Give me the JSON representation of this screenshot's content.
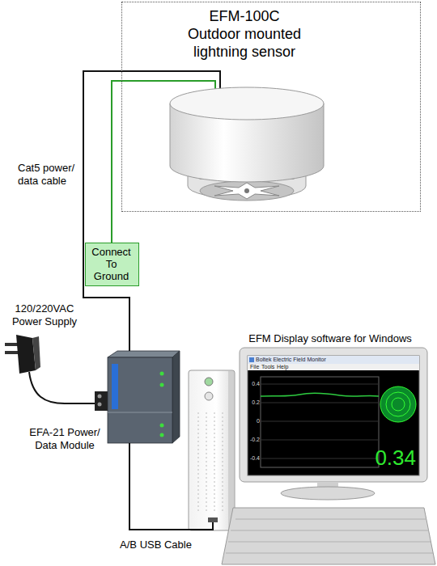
{
  "diagram": {
    "nodes": [
      {
        "text": [
          "EFM-100C Outdoor mounted lightning sensor"
        ]
      },
      {
        "text": [
          "Connect To Ground"
        ]
      }
    ],
    "edges": [
      {
        "from": 0,
        "to": 1,
        "arrow": "none"
      }
    ],
    "labels": [
      "Cat5 power/ data cable",
      "120/220VAC Power Supply",
      "EFA-21 Power/ Data Module",
      "EFM Display software for Windows",
      "A/B USB Cable",
      "Boltek Electric Field Monitor",
      "File",
      "Tools",
      "Help",
      "0.4",
      "0.2",
      "0",
      "-0.2",
      "-0.4",
      "0.34"
    ]
  }
}
